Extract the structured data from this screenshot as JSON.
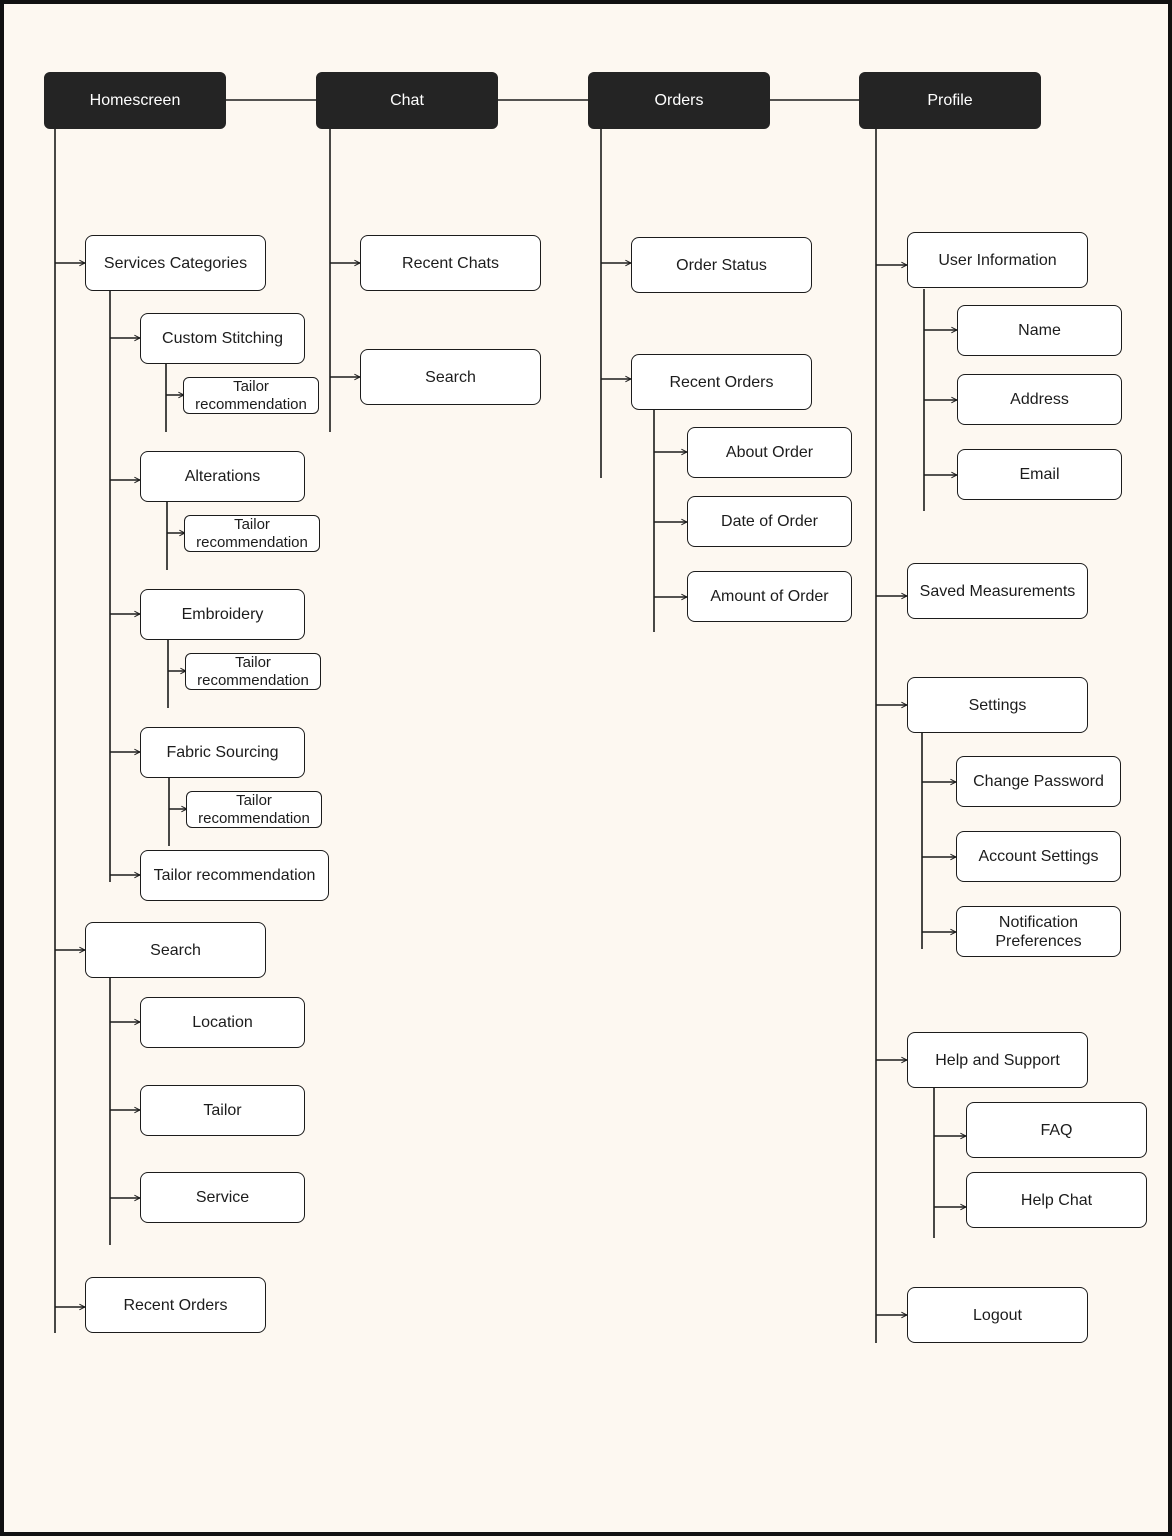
{
  "colors": {
    "background": "#fdf8f1",
    "root_fill": "#242424",
    "node_fill": "#ffffff",
    "line": "#1c1c1c"
  },
  "roots": {
    "homescreen": "Homescreen",
    "chat": "Chat",
    "orders": "Orders",
    "profile": "Profile"
  },
  "homescreen": {
    "services_categories": "Services Categories",
    "custom_stitching": "Custom Stitching",
    "alterations": "Alterations",
    "embroidery": "Embroidery",
    "fabric_sourcing": "Fabric Sourcing",
    "tailor_recommendation_small": "Tailor recommendation",
    "tailor_recommendation": "Tailor recommendation",
    "search": "Search",
    "location": "Location",
    "tailor": "Tailor",
    "service": "Service",
    "recent_orders": "Recent Orders"
  },
  "chat": {
    "recent_chats": "Recent Chats",
    "search": "Search"
  },
  "orders": {
    "order_status": "Order Status",
    "recent_orders": "Recent Orders",
    "about_order": "About Order",
    "date_of_order": "Date of Order",
    "amount_of_order": "Amount of Order"
  },
  "profile": {
    "user_information": "User Information",
    "name": "Name",
    "address": "Address",
    "email": "Email",
    "saved_measurements": "Saved Measurements",
    "settings": "Settings",
    "change_password": "Change Password",
    "account_settings": "Account Settings",
    "notification_preferences": "Notification Preferences",
    "help_and_support": "Help and Support",
    "faq": "FAQ",
    "help_chat": "Help Chat",
    "logout": "Logout"
  }
}
